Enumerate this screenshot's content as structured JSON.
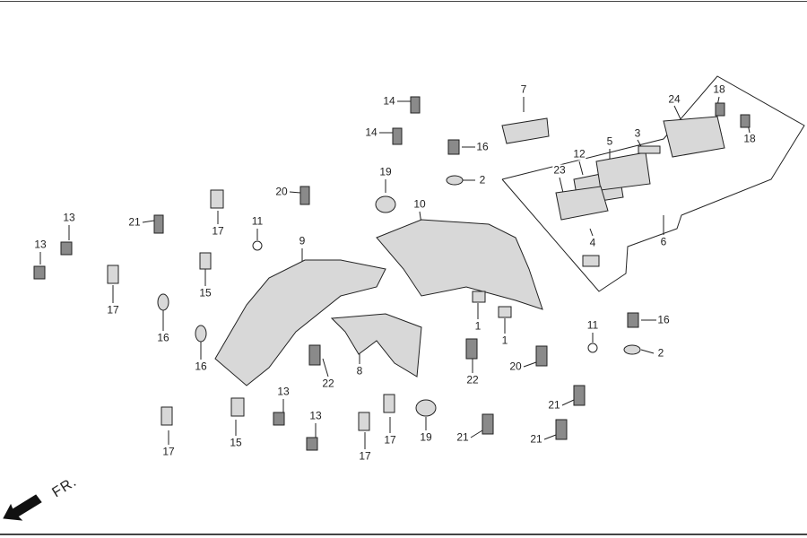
{
  "direction_label": "FR.",
  "callouts": [
    "14",
    "14",
    "7",
    "24",
    "18",
    "18",
    "16",
    "2",
    "3",
    "12",
    "5",
    "23",
    "19",
    "20",
    "10",
    "21",
    "17",
    "11",
    "13",
    "13",
    "9",
    "4",
    "6",
    "17",
    "15",
    "16",
    "16",
    "1",
    "1",
    "11",
    "16",
    "2",
    "20",
    "22",
    "8",
    "22",
    "13",
    "13",
    "21",
    "21",
    "21",
    "17",
    "15",
    "17",
    "17",
    "19"
  ],
  "colors": {
    "line": "#222222",
    "part_fill": "#d8d8d8",
    "part_shade": "#8a8a8a"
  }
}
